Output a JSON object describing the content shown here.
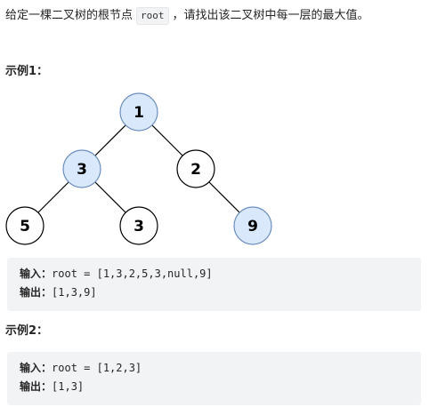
{
  "description": {
    "before": "给定一棵二叉树的根节点",
    "code": "root",
    "after": "，请找出该二叉树中每一层的最大值。"
  },
  "example1": {
    "title": "示例1：",
    "tree_nodes": [
      {
        "value": "1",
        "highlighted": true
      },
      {
        "value": "3",
        "highlighted": true
      },
      {
        "value": "2",
        "highlighted": false
      },
      {
        "value": "5",
        "highlighted": false
      },
      {
        "value": "3",
        "highlighted": false
      },
      {
        "value": "9",
        "highlighted": true
      }
    ],
    "input_label": "输入：",
    "input_value": "root = [1,3,2,5,3,null,9]",
    "output_label": "输出：",
    "output_value": "[1,3,9]"
  },
  "example2": {
    "title": "示例2：",
    "input_label": "输入：",
    "input_value": "root = [1,2,3]",
    "output_label": "输出：",
    "output_value": "[1,3]"
  },
  "colors": {
    "highlight_fill": "#dae8fc",
    "highlight_stroke": "#6c8ebf",
    "normal_fill": "#ffffff",
    "normal_stroke": "#000000",
    "code_bg": "#f2f3f5"
  }
}
